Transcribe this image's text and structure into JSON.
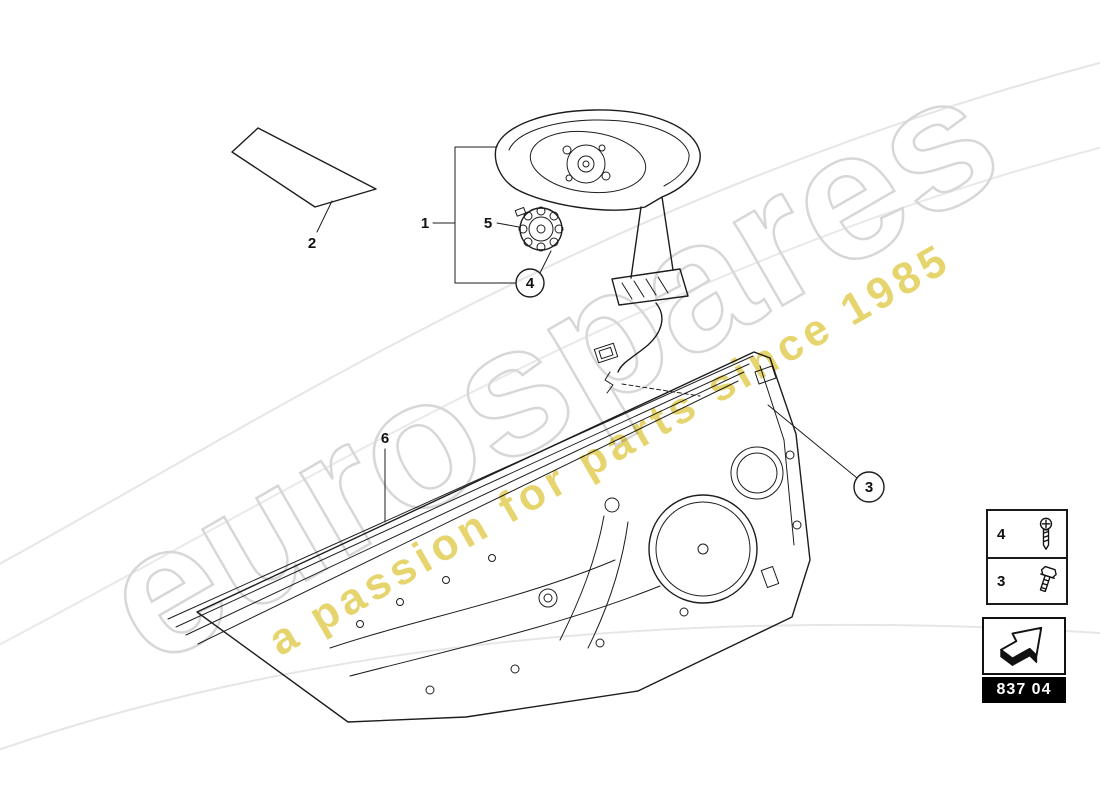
{
  "watermark": {
    "brand": "eurospares",
    "tagline": "a passion for parts since 1985"
  },
  "callouts": {
    "c1": "1",
    "c2": "2",
    "c3": "3",
    "c4": "4",
    "c5": "5",
    "c6": "6"
  },
  "legend": {
    "rows": [
      {
        "number": "4",
        "icon": "screw-icon"
      },
      {
        "number": "3",
        "icon": "bolt-icon"
      }
    ]
  },
  "part_code": "837 04",
  "icons": {
    "arrow": "direction-arrow-icon"
  },
  "colors": {
    "line": "#1d1d1d",
    "watermark_gray": "#d7d7d7",
    "watermark_gold": "#e3cf5a"
  }
}
